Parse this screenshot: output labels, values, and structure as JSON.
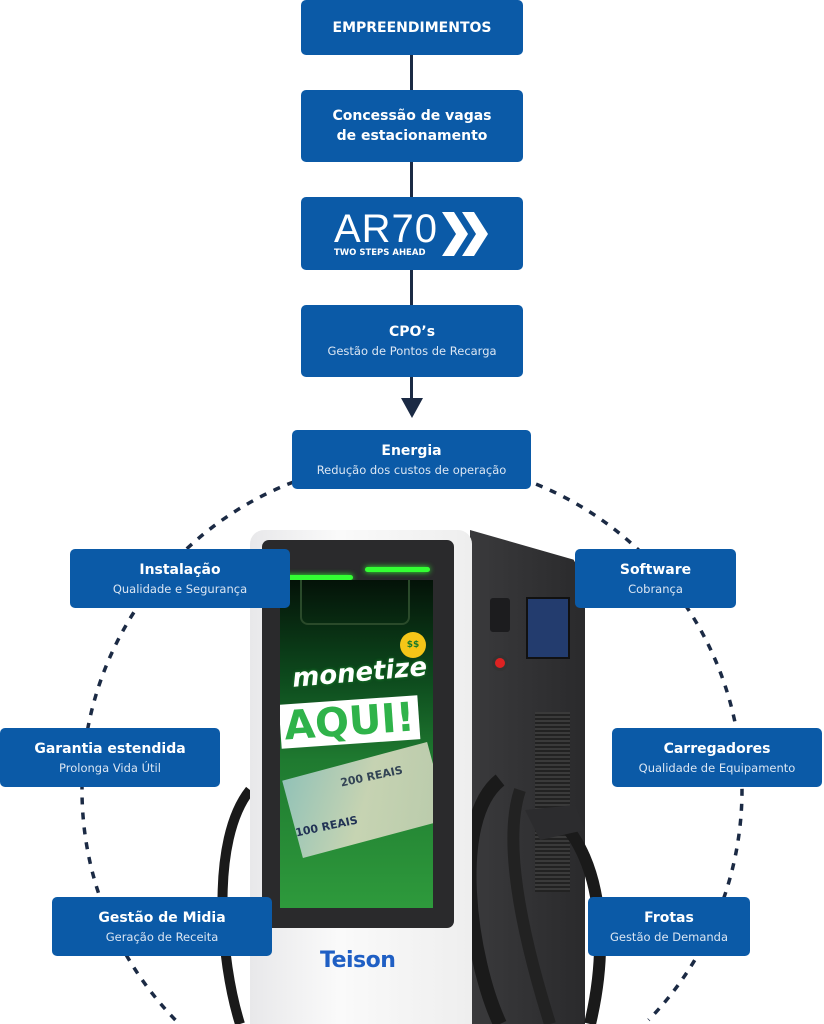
{
  "top_flow": [
    {
      "title": "EMPREENDIMENTOS"
    },
    {
      "title_line1": "Concessão de vagas",
      "title_line2": "de estacionamento"
    },
    {
      "logo_text": "AR70",
      "logo_tagline": "TWO STEPS AHEAD"
    },
    {
      "title": "CPO’s",
      "subtitle": "Gestão de Pontos de Recarga"
    }
  ],
  "ring": {
    "energia": {
      "title": "Energia",
      "subtitle": "Redução dos custos de operação"
    },
    "instalacao": {
      "title": "Instalação",
      "subtitle": "Qualidade e Segurança"
    },
    "software": {
      "title": "Software",
      "subtitle": "Cobrança"
    },
    "garantia": {
      "title": "Garantia estendida",
      "subtitle": "Prolonga Vida Útil"
    },
    "carregadores": {
      "title": "Carregadores",
      "subtitle": "Qualidade de Equipamento"
    },
    "midia": {
      "title": "Gestão de Midia",
      "subtitle": "Geração de Receita"
    },
    "frotas": {
      "title": "Frotas",
      "subtitle": "Gestão de Demanda"
    }
  },
  "charger": {
    "screen_line1": "monetize",
    "screen_line2": "AQUI!",
    "brand": "Teison",
    "note1": "200 REAIS",
    "note2": "100 REAIS"
  },
  "colors": {
    "box": "#0b5aa7",
    "line": "#1b2a44",
    "screen_green": "#2e9a3c"
  }
}
